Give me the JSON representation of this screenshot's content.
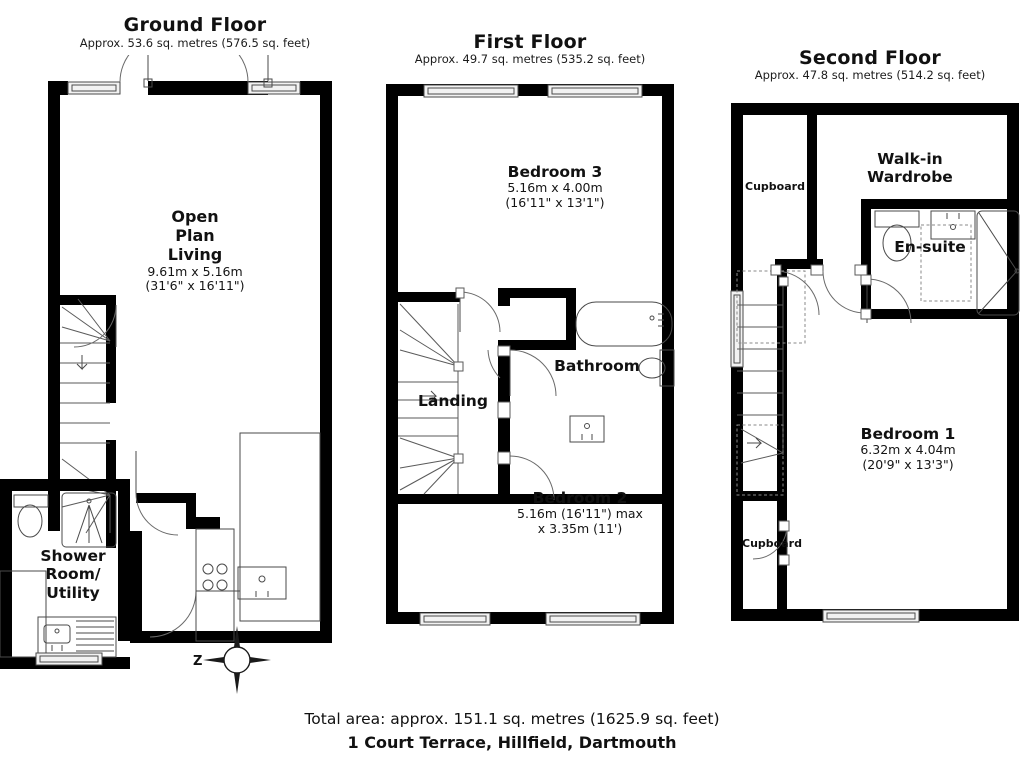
{
  "document": {
    "type": "floor-plan",
    "total_area_line": "Total area: approx. 151.1 sq. metres (1625.9 sq. feet)",
    "address": "1 Court Terrace, Hillfield, Dartmouth",
    "compass_label": "Z",
    "compass_name": "north-compass-rose"
  },
  "floors": [
    {
      "id": "ground",
      "title": "Ground Floor",
      "area": "Approx. 53.6 sq. metres (576.5 sq. feet)",
      "rooms": [
        {
          "id": "open-plan-living",
          "name_lines": [
            "Open",
            "Plan",
            "Living"
          ],
          "name": "Open Plan Living",
          "dim_metric": "9.61m x 5.16m",
          "dim_imperial": "(31'6\" x 16'11\")"
        },
        {
          "id": "shower-room-utility",
          "name_lines": [
            "Shower",
            "Room/",
            "Utility"
          ],
          "name": "Shower Room/ Utility",
          "dim_metric": "",
          "dim_imperial": ""
        }
      ]
    },
    {
      "id": "first",
      "title": "First Floor",
      "area": "Approx. 49.7 sq. metres (535.2 sq. feet)",
      "rooms": [
        {
          "id": "bedroom-3",
          "name_lines": [
            "Bedroom 3"
          ],
          "name": "Bedroom 3",
          "dim_metric": "5.16m x 4.00m",
          "dim_imperial": "(16'11\" x 13'1\")"
        },
        {
          "id": "bathroom",
          "name_lines": [
            "Bathroom"
          ],
          "name": "Bathroom",
          "dim_metric": "",
          "dim_imperial": ""
        },
        {
          "id": "landing",
          "name_lines": [
            "Landing"
          ],
          "name": "Landing",
          "dim_metric": "",
          "dim_imperial": ""
        },
        {
          "id": "bedroom-2",
          "name_lines": [
            "Bedroom 2"
          ],
          "name": "Bedroom 2",
          "dim_metric": "5.16m (16'11\") max",
          "dim_imperial": "x 3.35m (11')"
        }
      ]
    },
    {
      "id": "second",
      "title": "Second Floor",
      "area": "Approx. 47.8 sq. metres (514.2 sq. feet)",
      "rooms": [
        {
          "id": "cupboard-upper",
          "name_lines": [
            "Cupboard"
          ],
          "name": "Cupboard",
          "dim_metric": "",
          "dim_imperial": ""
        },
        {
          "id": "walk-in-wardrobe",
          "name_lines": [
            "Walk-in",
            "Wardrobe"
          ],
          "name": "Walk-in Wardrobe",
          "dim_metric": "",
          "dim_imperial": ""
        },
        {
          "id": "en-suite",
          "name_lines": [
            "En-suite"
          ],
          "name": "En-suite",
          "dim_metric": "",
          "dim_imperial": ""
        },
        {
          "id": "bedroom-1",
          "name_lines": [
            "Bedroom 1"
          ],
          "name": "Bedroom 1",
          "dim_metric": "6.32m x 4.04m",
          "dim_imperial": "(20'9\" x 13'3\")"
        },
        {
          "id": "cupboard-lower",
          "name_lines": [
            "Cupboard"
          ],
          "name": "Cupboard",
          "dim_metric": "",
          "dim_imperial": ""
        }
      ]
    }
  ],
  "colors": {
    "wall": "#000000",
    "fixture_stroke": "#4a4a4a",
    "background": "#ffffff",
    "text": "#111111"
  }
}
